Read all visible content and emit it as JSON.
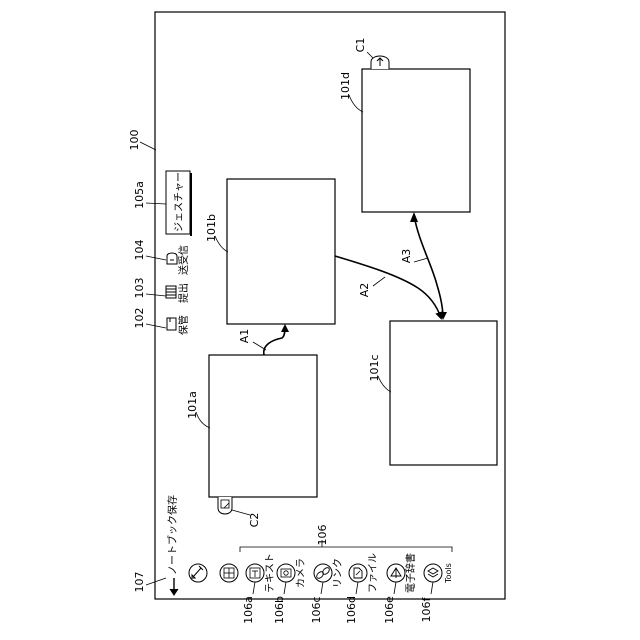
{
  "refs": {
    "r100": "100",
    "r101a": "101a",
    "r101b": "101b",
    "r101c": "101c",
    "r101d": "101d",
    "r102": "102",
    "r103": "103",
    "r104": "104",
    "r105a": "105a",
    "r106": "106",
    "r106a": "106a",
    "r106b": "106b",
    "r106c": "106c",
    "r106d": "106d",
    "r106e": "106e",
    "r106f": "106f",
    "r107": "107"
  },
  "arrows": {
    "a1": "A1",
    "a2": "A2",
    "a3": "A3"
  },
  "corners": {
    "c1": "C1",
    "c2": "C2"
  },
  "ui": {
    "save_notebook": "ノートブック保存",
    "store": "保管",
    "submit": "提出",
    "send_receive": "送受信",
    "gesture": "ジェスチャー",
    "tool_text": "テキスト",
    "tool_camera": "カメラ",
    "tool_link": "リンク",
    "tool_file": "ファイル",
    "tool_dictionary": "電子辞書",
    "tool_tools": "Tools"
  }
}
